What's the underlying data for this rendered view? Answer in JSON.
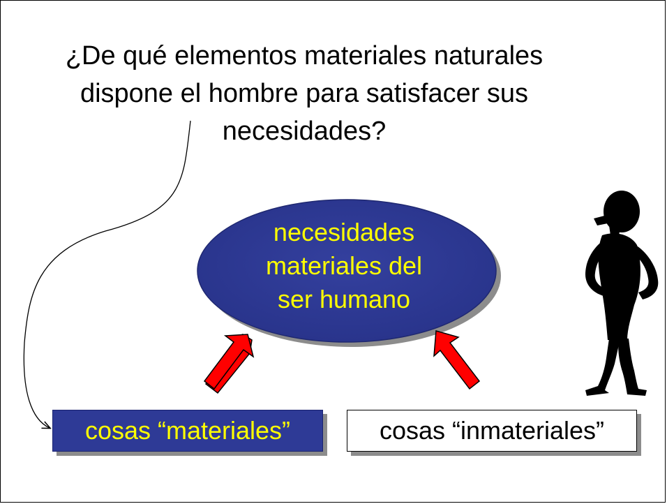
{
  "question": {
    "line1": "¿De qué elementos materiales naturales",
    "line2": "dispone el hombre para satisfacer sus",
    "line3": "necesidades?"
  },
  "center": {
    "line1": "necesidades",
    "line2": "materiales del",
    "line3": "ser humano"
  },
  "boxes": {
    "materiales": "cosas “materiales”",
    "inmateriales": "cosas “inmateriales”"
  },
  "colors": {
    "ellipse_fill": "#2e3a96",
    "ellipse_text": "#ffff00",
    "arrow_fill": "#ff0000",
    "box_fill": "#2e3a96",
    "figure": "#000000"
  },
  "icons": {
    "figure": "thinking-man-silhouette"
  }
}
